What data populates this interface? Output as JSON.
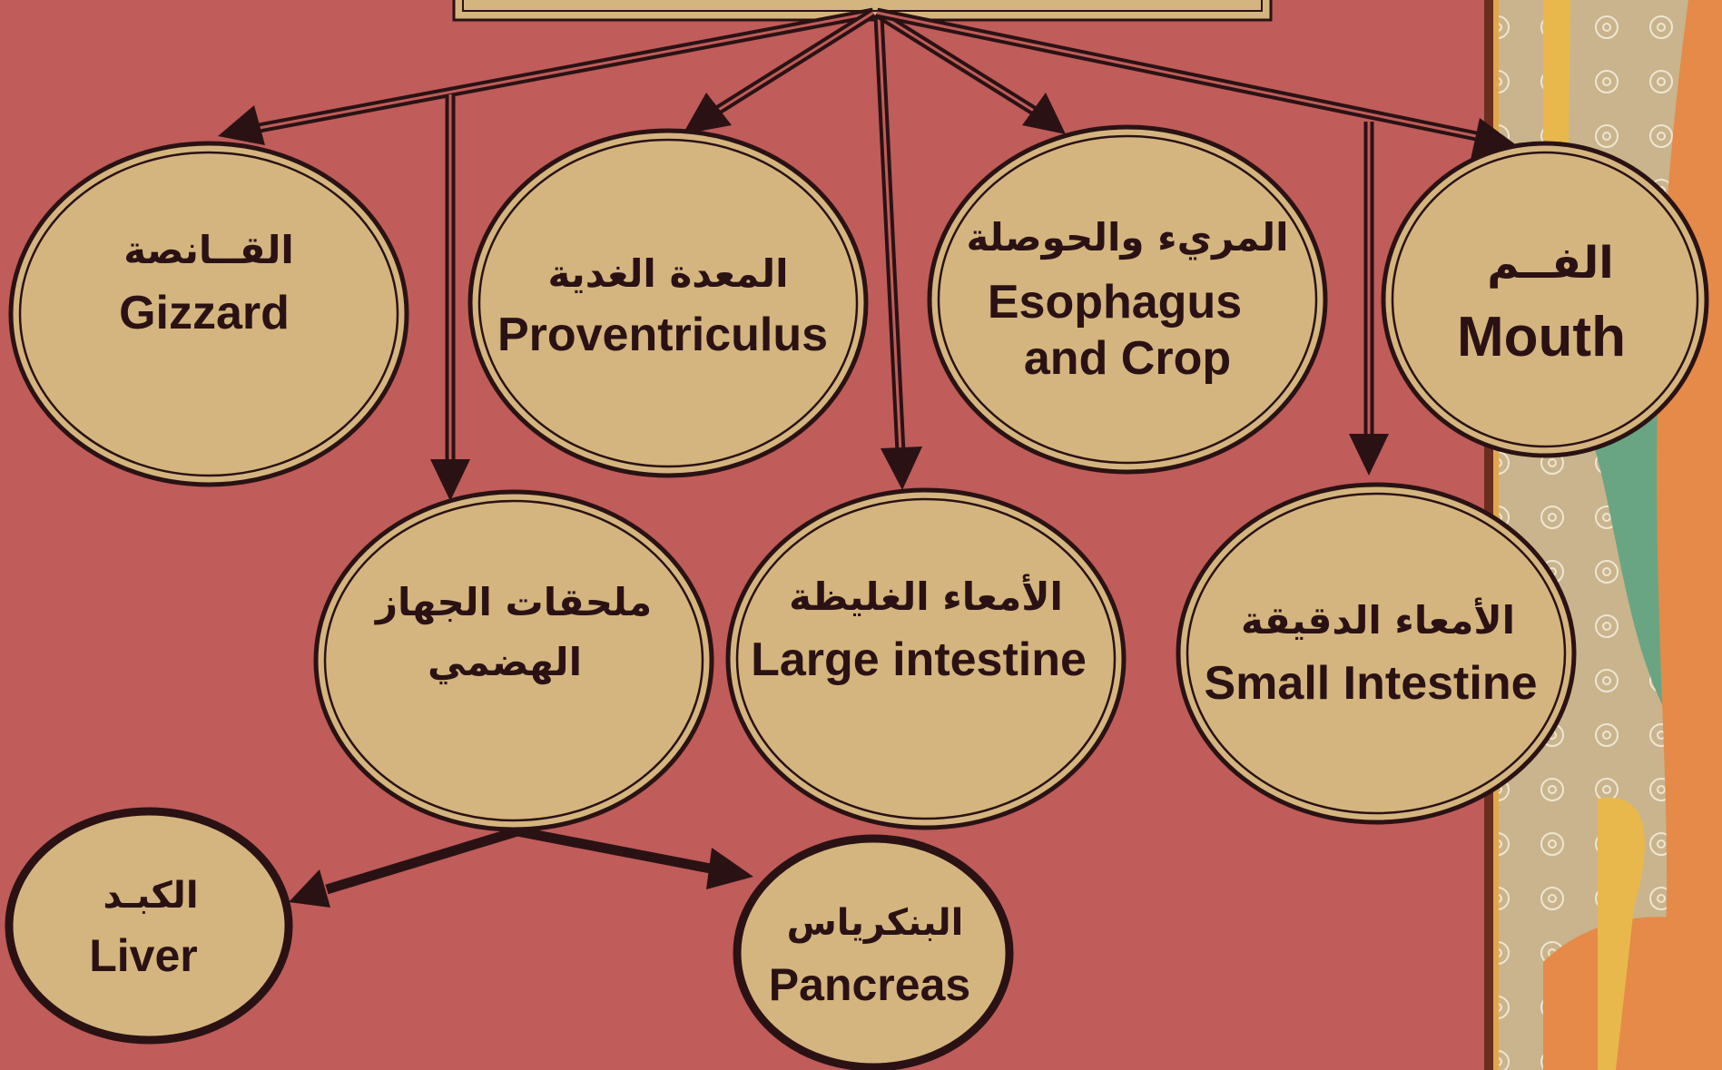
{
  "nodes": {
    "gizzard": {
      "ar": "القــانصة",
      "en": "Gizzard"
    },
    "proventriculus": {
      "ar": "المعدة الغدية",
      "en": "Proventriculus"
    },
    "esophagus": {
      "ar": "المريء والحوصلة",
      "en1": "Esophagus",
      "en2": "and Crop"
    },
    "mouth": {
      "ar": "الفــم",
      "en": "Mouth"
    },
    "accessory": {
      "ar1": "ملحقات الجهاز",
      "ar2": "الهضمي"
    },
    "large": {
      "ar": "الأمعاء الغليظة",
      "en": "Large intestine"
    },
    "small": {
      "ar": "الأمعاء الدقيقة",
      "en": "Small Intestine"
    },
    "liver": {
      "ar": "الكبـد",
      "en": "Liver"
    },
    "pancreas": {
      "ar": "البنكرياس",
      "en": "Pancreas"
    }
  },
  "colors": {
    "background": "#c05c5a",
    "node_fill": "#d4b57f",
    "outline": "#2a1214"
  }
}
